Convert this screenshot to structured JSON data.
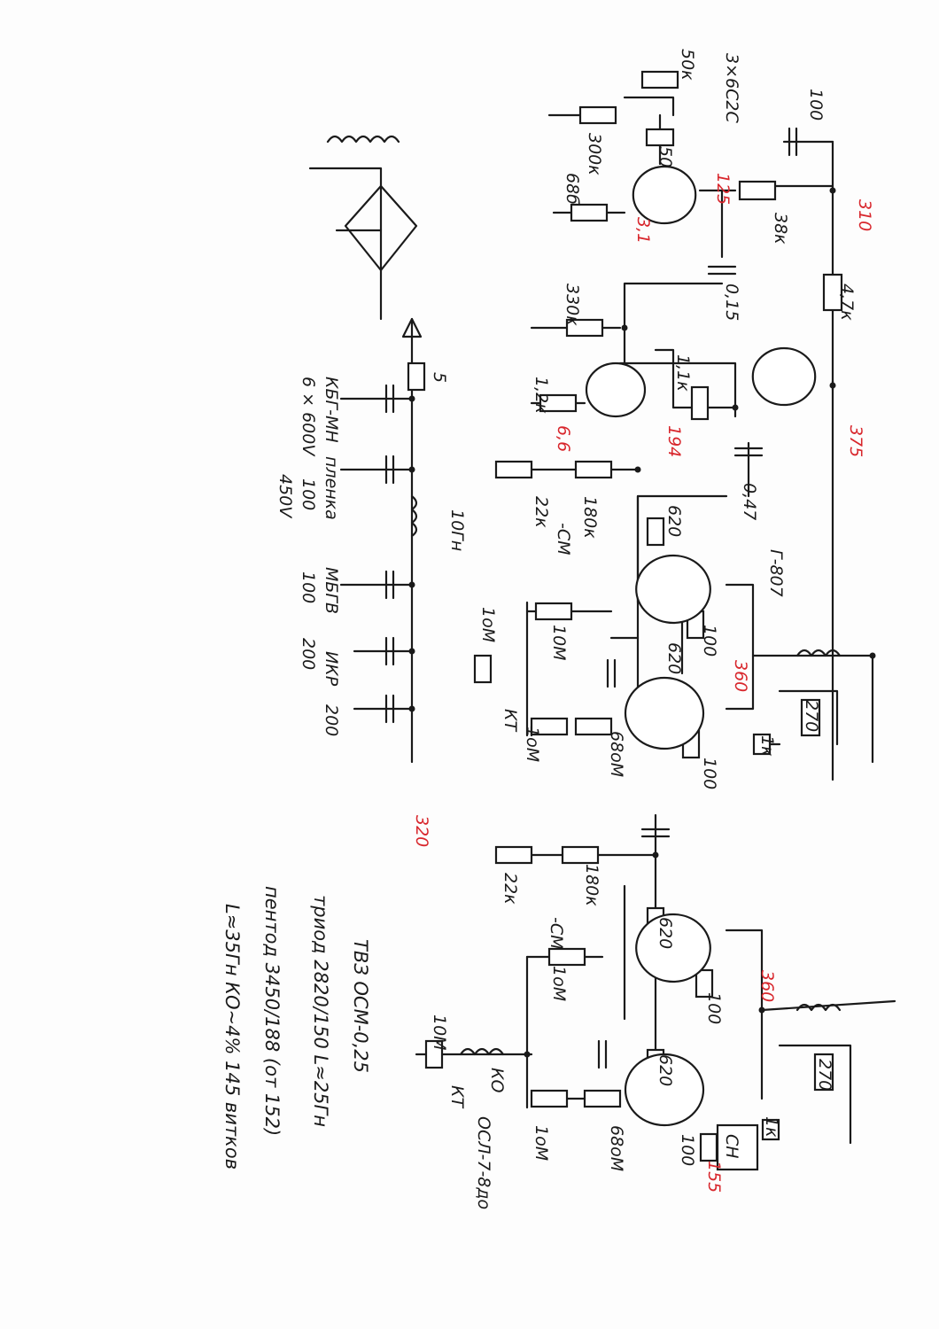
{
  "title": "3×6С2С",
  "labels": {
    "pot_50k": "50к",
    "cap_100": "100",
    "r_300k": "300к",
    "r_50": "50",
    "r_68": "68б",
    "r_38k": "38к",
    "c_015": "0,15",
    "r_330k": "330к",
    "r_47k": "4,7к",
    "r_12k": "1,2к",
    "r_11k": "1,1к",
    "c_047": "0,47",
    "r_180k_a": "180к",
    "r_22k_a": "22к",
    "bias_a": "-СМ",
    "r_620_a1": "620",
    "tube_out": "Г-807",
    "r_10m_a": "10М",
    "r_1m_a": "1оМ",
    "r_100_a1": "100",
    "r_620_a2": "620",
    "kt_a": "КТ",
    "r_10m_a2": "1оМ",
    "r_68m_a": "68оМ",
    "r_100_a2": "100",
    "r_1k_a": "1к",
    "r_270_a": "270",
    "ps_r5": "5",
    "ps_c1_type": "КБГ-МН",
    "ps_c1_val": "6 × 600V",
    "ps_c2_type": "пленка",
    "ps_c2_val": "100",
    "ps_c2_v": "450V",
    "ps_choke": "10Гн",
    "ps_c3_type": "МБГВ",
    "ps_c3_val": "100",
    "ps_c4_type": "ИКР",
    "ps_c4_val": "200",
    "ps_c5_val": "200",
    "r_22k_b": "22к",
    "r_180k_b": "180к",
    "bias_b": "-СМ",
    "r_620_b1": "620",
    "r_1m_b": "1оМ",
    "r_100_b1": "100",
    "r_620_b2": "620",
    "r_10m_b": "10М",
    "ko": "КО",
    "kt_b": "КТ",
    "r_1m_b2": "1оМ",
    "r_68m_b": "68оМ",
    "r_100_b2": "100",
    "r_1k_b": "1к",
    "r_270_b": "270",
    "sn": "СН",
    "osl": "ОСЛ-7-8до"
  },
  "voltages": {
    "v125": "125",
    "v31": "3,1",
    "v310": "310",
    "v375": "375",
    "v66": "6,6",
    "v194": "194",
    "v360_a": "360",
    "v320": "320",
    "v360_b": "360",
    "v155": "155"
  },
  "notes": {
    "line1": "ТВЗ   ОСМ-0,25",
    "line2": "триод  2820/150      L≈25Гн",
    "line3": "пентод  3450/188 (от 152)",
    "line4": "L≈35Гн   КО~4%   145 витков"
  },
  "colors": {
    "ink": "#1a1a1a",
    "voltage": "#d8262c"
  }
}
